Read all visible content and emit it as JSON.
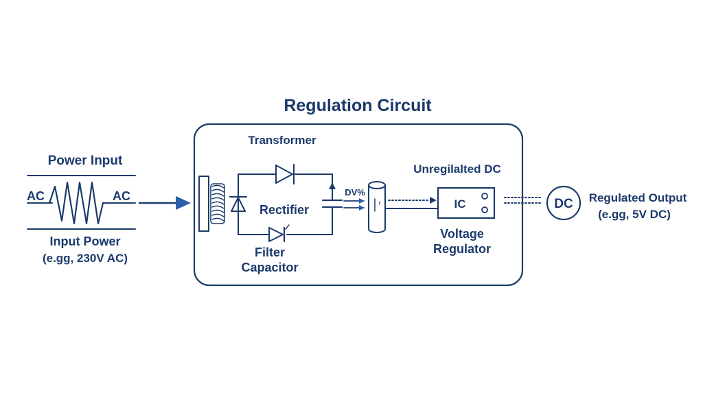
{
  "title": "Regulation Circuit",
  "colors": {
    "primary": "#1b3a6b",
    "accent": "#2a5ea8",
    "background": "#ffffff"
  },
  "input": {
    "header": "Power Input",
    "ac_left": "AC",
    "ac_right": "AC",
    "caption_line1": "Input Power",
    "caption_line2": "(e.gg, 230V AC)"
  },
  "circuit": {
    "transformer_label": "Transformer",
    "rectifier_label": "Rectifier",
    "filter_label_line1": "Filter",
    "filter_label_line2": "Capacitor",
    "dv_label": "DV%",
    "unregulated_label": "Unregilalted DC",
    "ic_label": "IC",
    "regulator_label_line1": "Voltage",
    "regulator_label_line2": "Regulator"
  },
  "output": {
    "dc_symbol": "DC",
    "label_line1": "Regulated Output",
    "label_line2": "(e.gg, 5V DC)"
  }
}
